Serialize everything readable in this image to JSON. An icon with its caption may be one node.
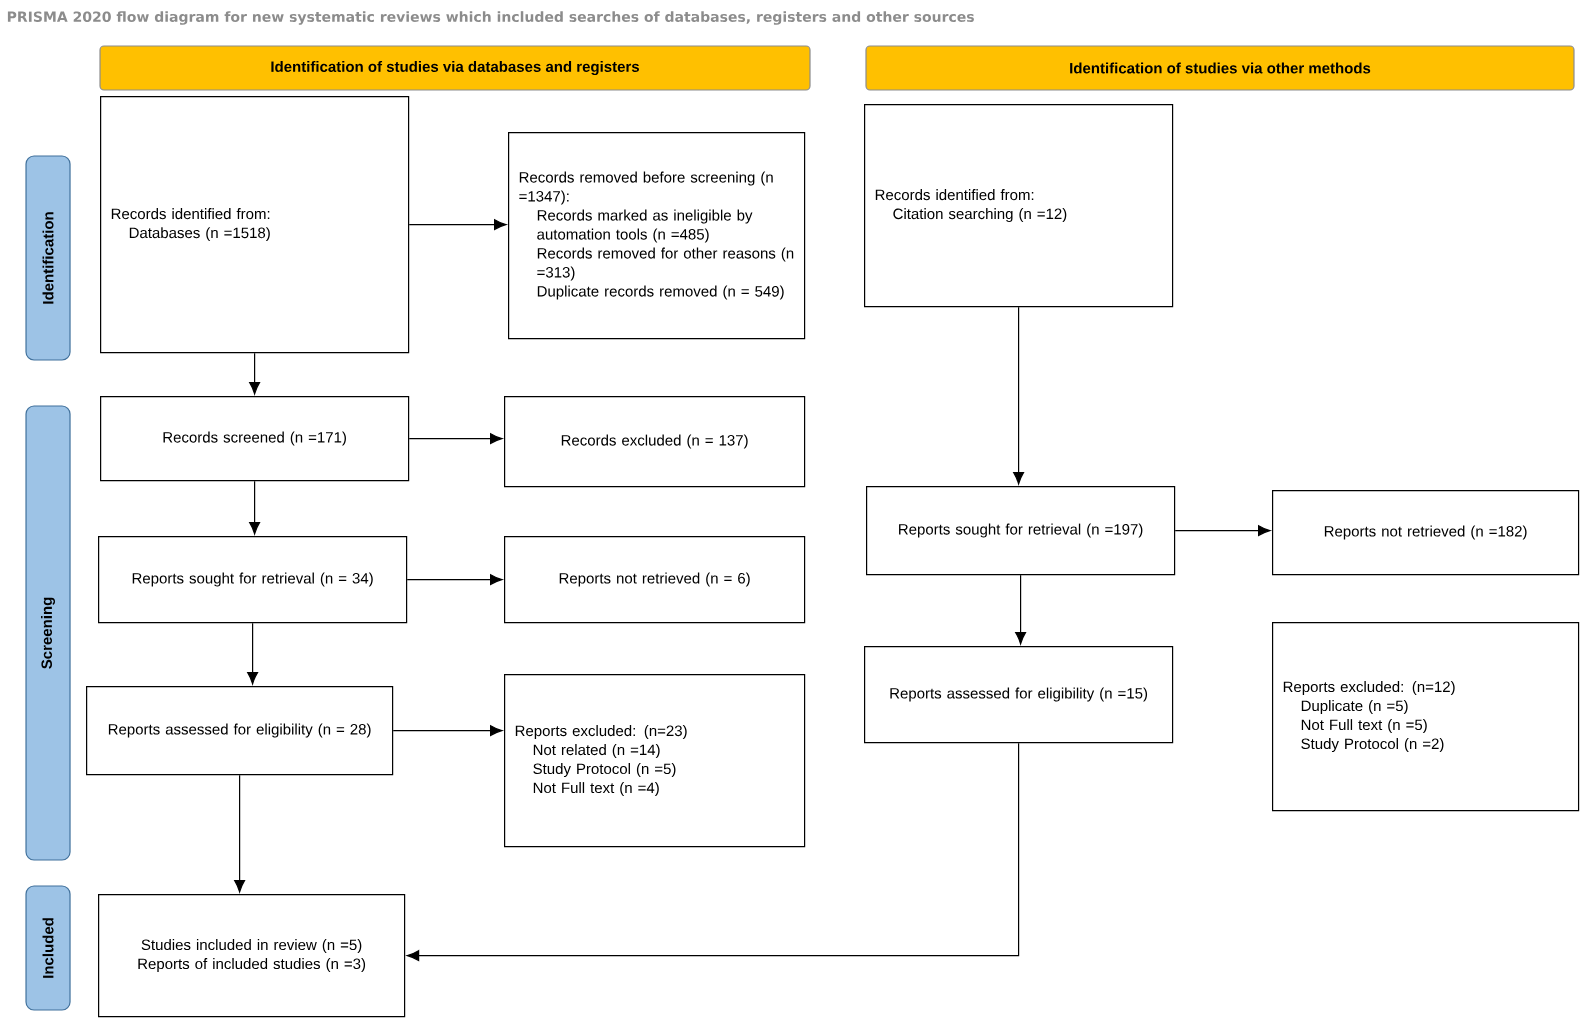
{
  "diagram": {
    "title": "PRISMA 2020 flow diagram for new systematic reviews which included searches of databases, registers and other sources",
    "nodes": [
      {
        "text": [
          "Identification of studies via databases and registers"
        ]
      },
      {
        "text": [
          "Identification of studies via other methods"
        ]
      },
      {
        "text": [
          "Identification"
        ]
      },
      {
        "text": [
          "Screening"
        ]
      },
      {
        "text": [
          "Included"
        ]
      },
      {
        "text": [
          "Records identified from:",
          "Databases (n =1518)"
        ]
      },
      {
        "text": [
          "Records removed before screening (n =1347):",
          "Records marked as ineligible by automation tools (n =485)",
          "Records removed for other reasons (n =313)",
          "Duplicate records removed (n = 549)"
        ]
      },
      {
        "text": [
          "Records identified from:",
          "Citation searching (n =12)"
        ]
      },
      {
        "text": [
          "Records screened (n =171)"
        ]
      },
      {
        "text": [
          "Records excluded (n = 137)"
        ]
      },
      {
        "text": [
          "Reports sought for retrieval (n = 34)"
        ]
      },
      {
        "text": [
          "Reports not retrieved (n = 6)"
        ]
      },
      {
        "text": [
          "Reports sought for retrieval (n =197)"
        ]
      },
      {
        "text": [
          "Reports not retrieved (n =182)"
        ]
      },
      {
        "text": [
          "Reports assessed for eligibility (n = 28)"
        ]
      },
      {
        "text": [
          "Reports excluded: (n=23)",
          "Not related (n =14)",
          "Study Protocol (n =5)",
          "Not Full text (n =4)"
        ]
      },
      {
        "text": [
          "Reports assessed for eligibility (n =15)"
        ]
      },
      {
        "text": [
          "Reports excluded: (n=12)",
          "Duplicate (n =5)",
          "Not Full text (n =5)",
          "Study Protocol (n =2)"
        ]
      },
      {
        "text": [
          "Studies included in review (n =5)",
          "Reports of included studies (n =3)"
        ]
      }
    ],
    "edges": [
      {
        "from": 5,
        "to": 6,
        "arrow": "to"
      },
      {
        "from": 5,
        "to": 8,
        "arrow": "to"
      },
      {
        "from": 8,
        "to": 9,
        "arrow": "to"
      },
      {
        "from": 8,
        "to": 10,
        "arrow": "to"
      },
      {
        "from": 10,
        "to": 11,
        "arrow": "to"
      },
      {
        "from": 10,
        "to": 14,
        "arrow": "to"
      },
      {
        "from": 14,
        "to": 15,
        "arrow": "to"
      },
      {
        "from": 14,
        "to": 18,
        "arrow": "to"
      },
      {
        "from": 7,
        "to": 12,
        "arrow": "to"
      },
      {
        "from": 12,
        "to": 13,
        "arrow": "to"
      },
      {
        "from": 12,
        "to": 16,
        "arrow": "to"
      },
      {
        "from": 16,
        "to": 18,
        "arrow": "to"
      }
    ]
  }
}
